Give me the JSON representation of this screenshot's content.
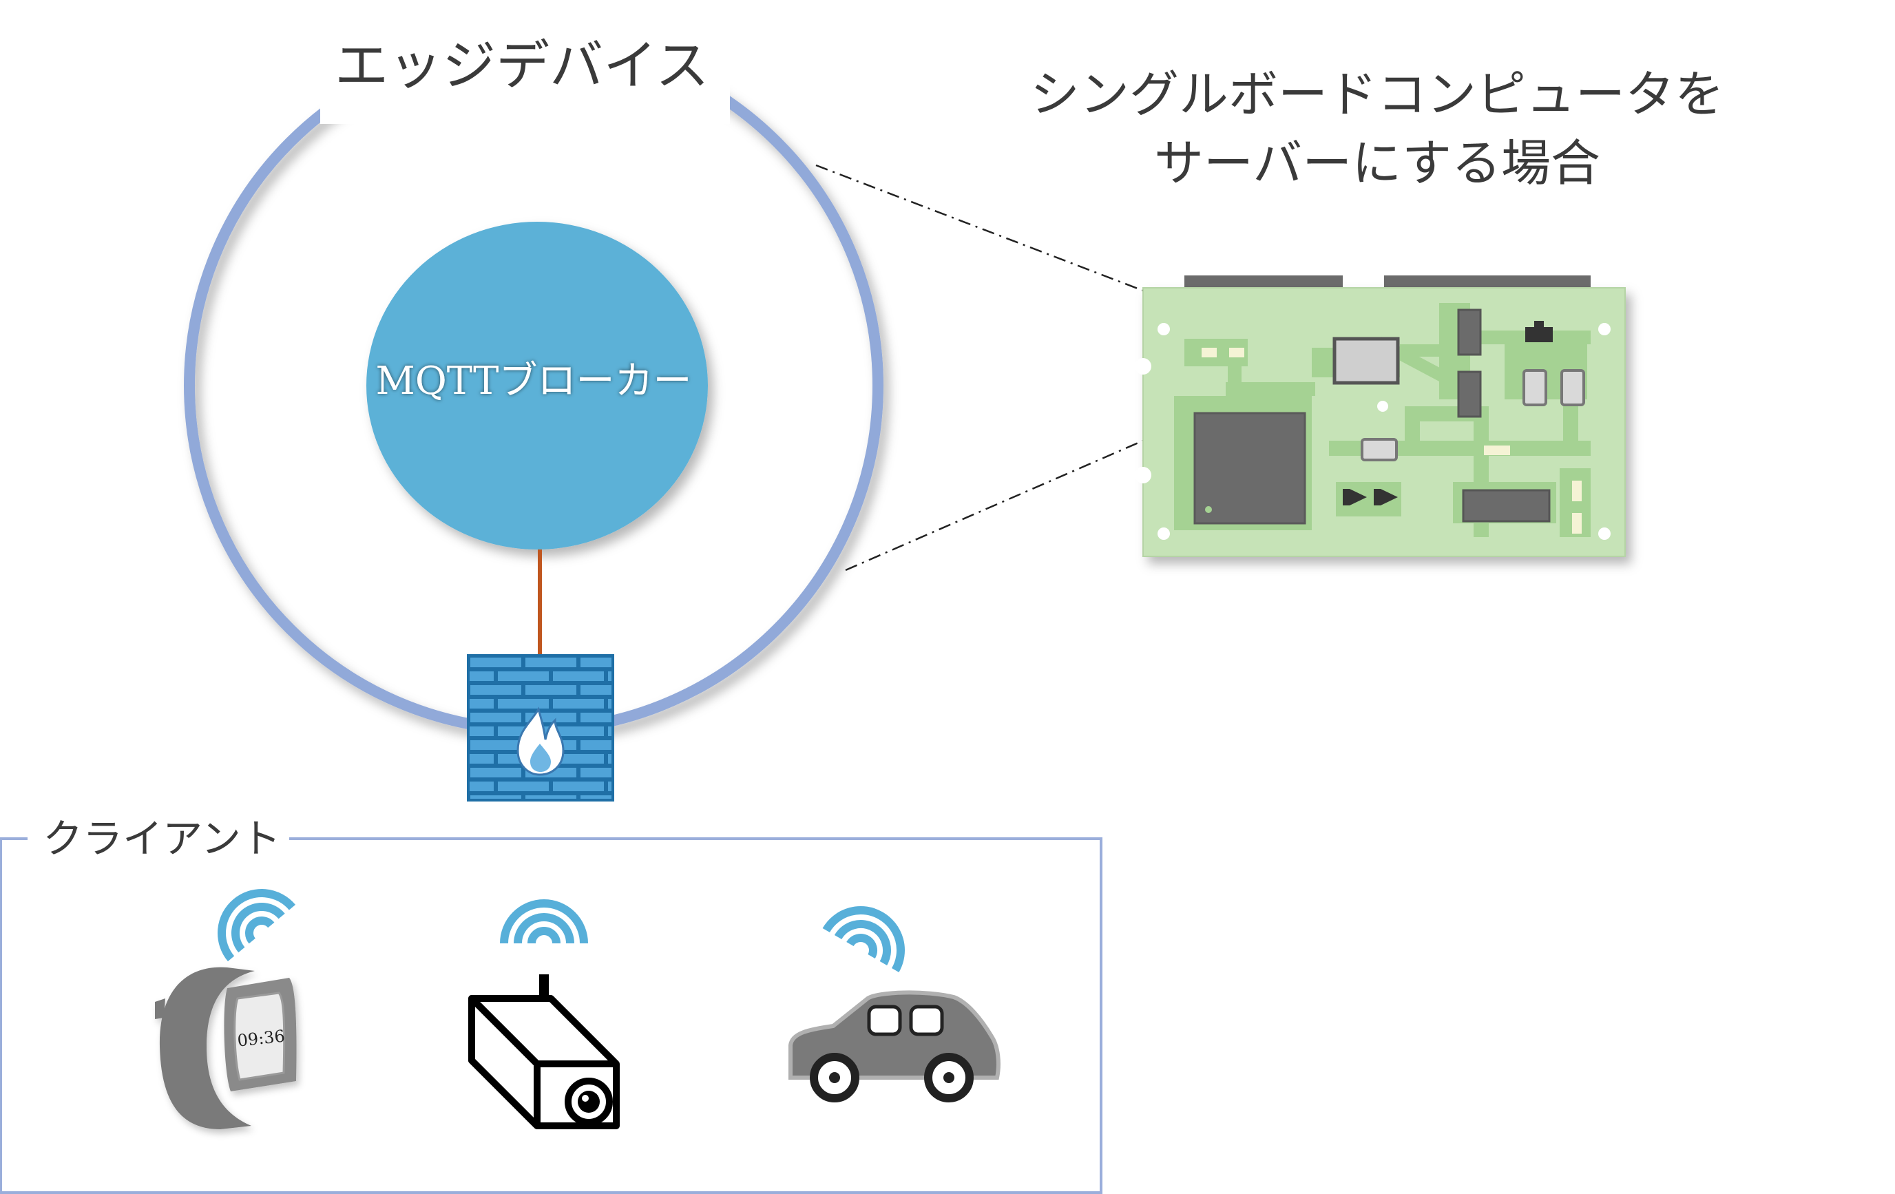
{
  "edge": {
    "title": "エッジデバイス",
    "broker_label": "MQTTブローカー"
  },
  "sbc": {
    "caption_line1": "シングルボードコンピュータを",
    "caption_line2": "サーバーにする場合"
  },
  "clients": {
    "title": "クライアント",
    "watch_time": "09:36",
    "devices": [
      "smartwatch",
      "security-camera",
      "car"
    ]
  },
  "colors": {
    "outer_ring": "#91a9d9",
    "broker_fill": "#5cb1d7",
    "link_line": "#c0561f",
    "firewall": "#3c92c9",
    "pcb": "#c6e3b7",
    "pcb_trace": "#a5d293",
    "chip": "#6b6b6b",
    "wifi": "#57afd9",
    "device_gray": "#7a7a7a",
    "client_box": "#9aaedb"
  }
}
